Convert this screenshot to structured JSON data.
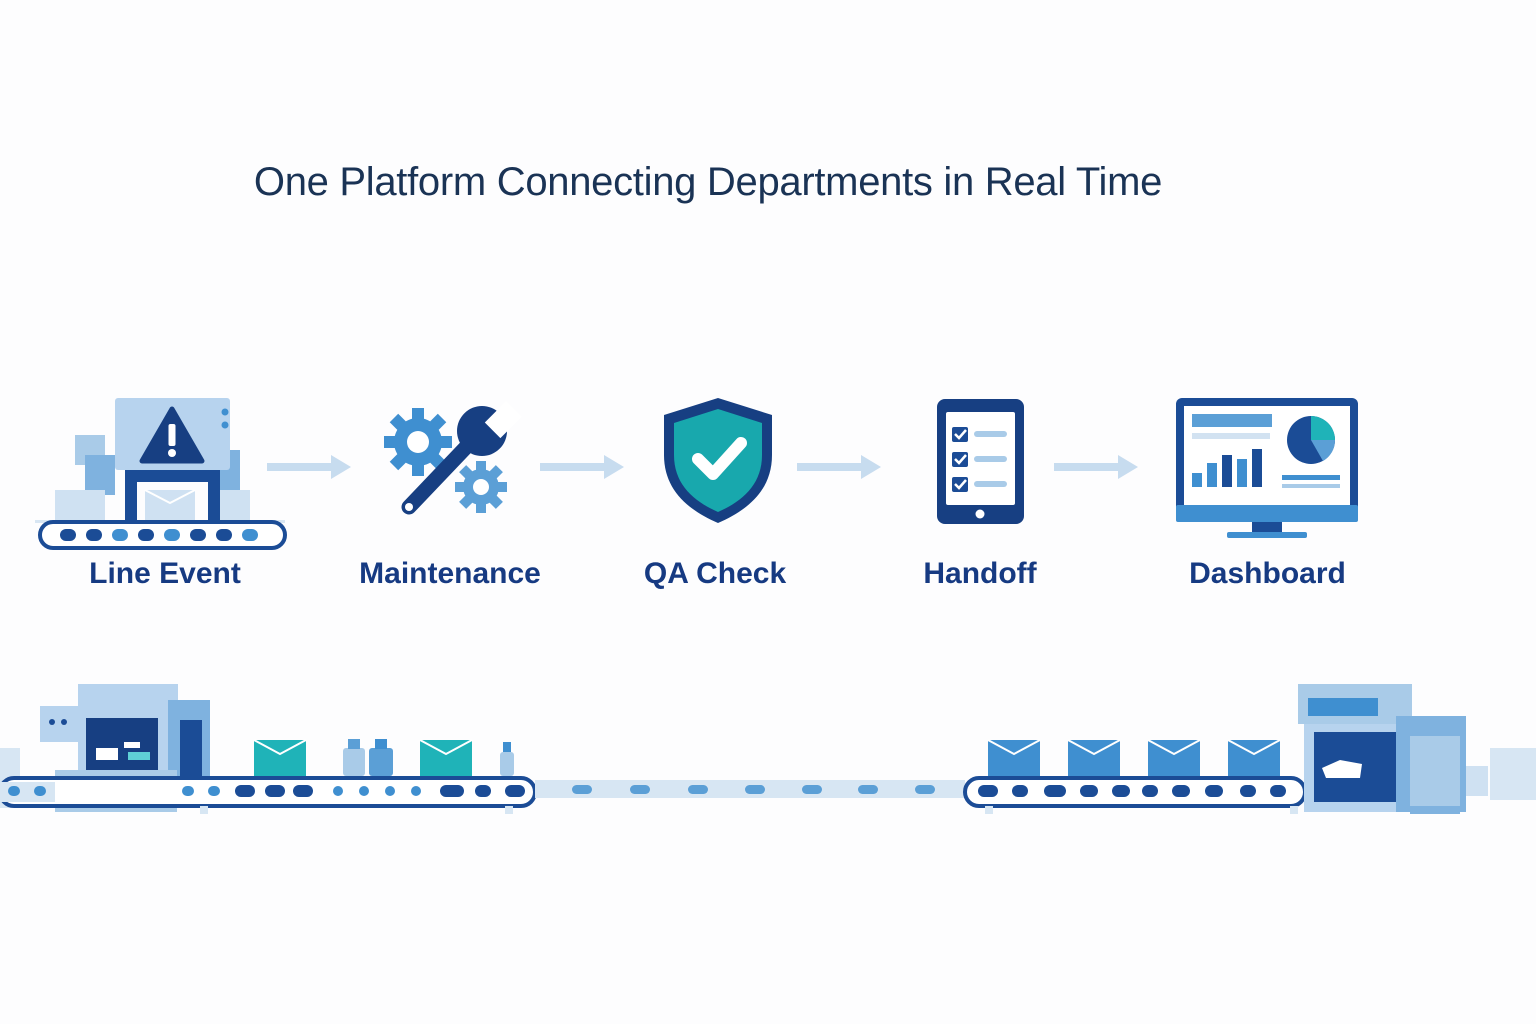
{
  "title": "One Platform Connecting Departments in Real Time",
  "steps": [
    {
      "label": "Line Event",
      "icon": "alert-machine-icon"
    },
    {
      "label": "Maintenance",
      "icon": "wrench-gears-icon"
    },
    {
      "label": "QA Check",
      "icon": "shield-check-icon"
    },
    {
      "label": "Handoff",
      "icon": "tablet-checklist-icon"
    },
    {
      "label": "Dashboard",
      "icon": "monitor-dashboard-icon"
    }
  ],
  "colors": {
    "title": "#1a3355",
    "label": "#163a82",
    "dark_blue": "#1b4c96",
    "mid_blue": "#3f8fd0",
    "light_blue": "#a9cbe8",
    "teal": "#1fb3b8"
  }
}
